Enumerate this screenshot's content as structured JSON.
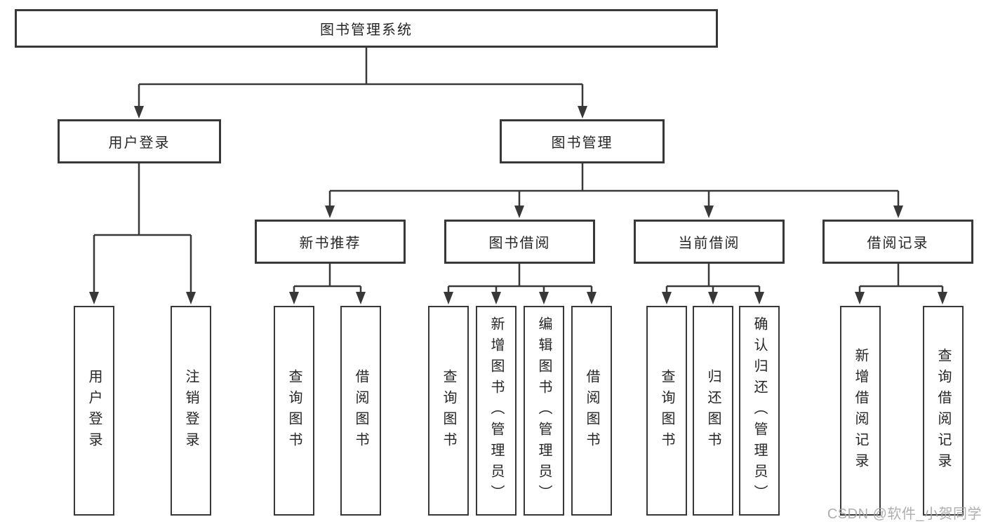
{
  "diagram": {
    "root": {
      "label": "图书管理系统"
    },
    "level2": {
      "user": {
        "label": "用户登录"
      },
      "book": {
        "label": "图书管理"
      }
    },
    "level3": {
      "new": {
        "label": "新书推荐"
      },
      "borrow": {
        "label": "图书借阅"
      },
      "current": {
        "label": "当前借阅"
      },
      "record": {
        "label": "借阅记录"
      }
    },
    "leaves": {
      "user_login": {
        "label": "用户登录"
      },
      "logout": {
        "label": "注销登录"
      },
      "new_query": {
        "label": "查询图书"
      },
      "new_borrow": {
        "label": "借阅图书"
      },
      "borrow_query": {
        "label": "查询图书"
      },
      "borrow_add": {
        "label": "新增图书（管理员）"
      },
      "borrow_edit": {
        "label": "编辑图书（管理员）"
      },
      "borrow_borrow": {
        "label": "借阅图书"
      },
      "current_query": {
        "label": "查询图书"
      },
      "current_return": {
        "label": "归还图书"
      },
      "current_confirm": {
        "label": "确认归还（管理员）"
      },
      "record_add": {
        "label": "新增借阅记录"
      },
      "record_query": {
        "label": "查询借阅记录"
      }
    }
  },
  "watermark": {
    "text": "CSDN @软件_小贺同学"
  },
  "colors": {
    "line": "#383838",
    "box_border": "#383838",
    "text": "#262626",
    "watermark": "#a6a6a6",
    "background": "#ffffff"
  }
}
